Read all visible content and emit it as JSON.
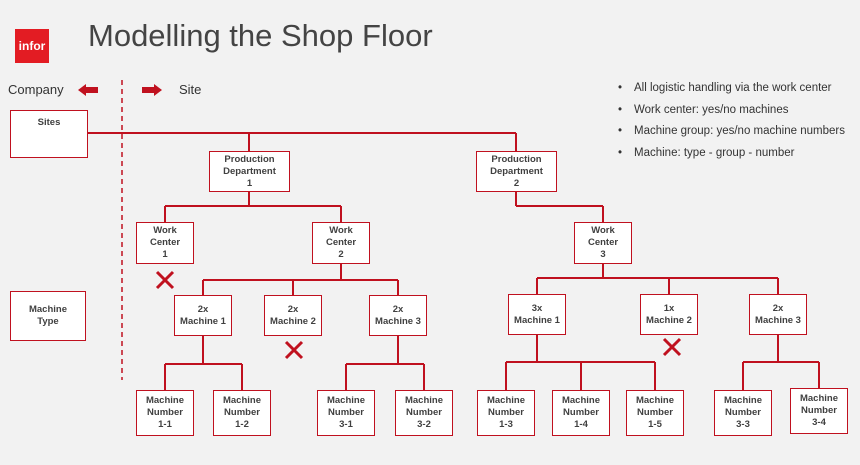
{
  "header": {
    "logo": "infor",
    "title": "Modelling the Shop Floor"
  },
  "scope": {
    "company_label": "Company",
    "site_label": "Site"
  },
  "notes": [
    "All logistic handling via the work center",
    "Work center: yes/no machines",
    "Machine group: yes/no machine numbers",
    "Machine: type - group - number"
  ],
  "levels": {
    "sites": "Sites",
    "machine_type": "Machine\nType"
  },
  "departments": [
    "Production\nDepartment\n1",
    "Production\nDepartment\n2"
  ],
  "work_centers": [
    "Work\nCenter\n1",
    "Work\nCenter\n2",
    "Work\nCenter\n3"
  ],
  "machine_groups": [
    "2x\nMachine 1",
    "2x\nMachine 2",
    "2x\nMachine 3",
    "3x\nMachine 1",
    "1x\nMachine 2",
    "2x\nMachine 3"
  ],
  "machine_numbers": [
    "Machine\nNumber\n1-1",
    "Machine\nNumber\n1-2",
    "Machine\nNumber\n3-1",
    "Machine\nNumber\n3-2",
    "Machine\nNumber\n1-3",
    "Machine\nNumber\n1-4",
    "Machine\nNumber\n1-5",
    "Machine\nNumber\n3-3",
    "Machine\nNumber\n3-4"
  ],
  "colors": {
    "accent": "#c0111f",
    "logo_bg": "#e31c23",
    "background": "#f2f2f2"
  },
  "icons": {
    "left_arrow": "arrow-left-icon",
    "right_arrow": "arrow-right-icon",
    "not_allowed": "cross-icon"
  }
}
